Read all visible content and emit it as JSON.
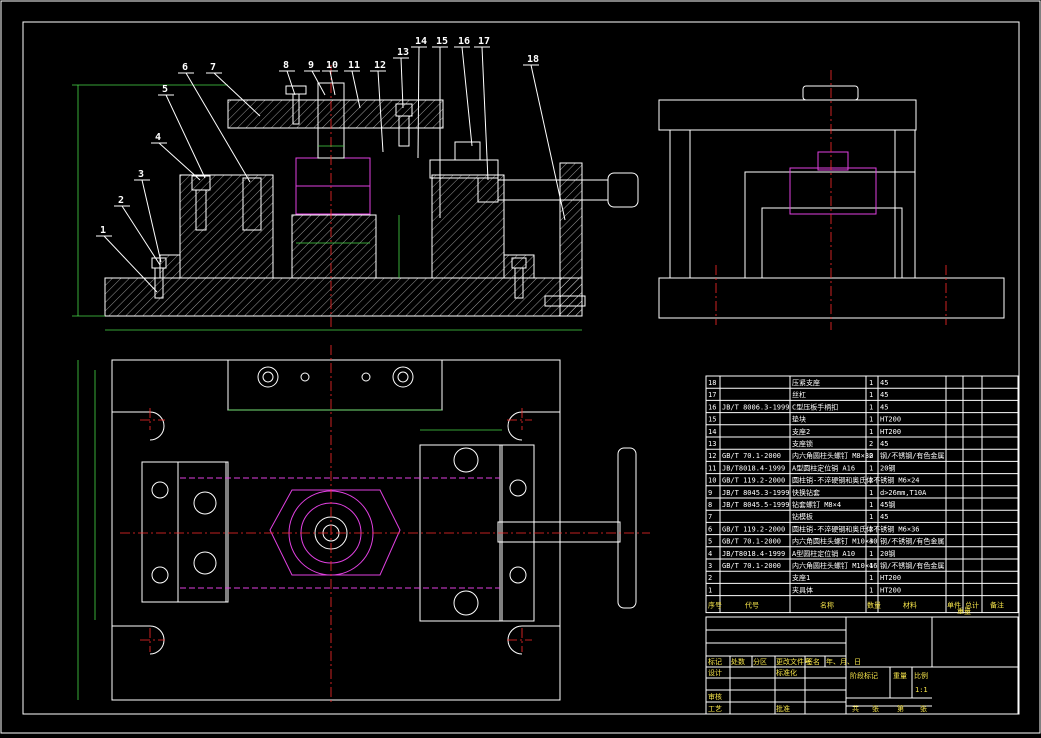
{
  "colors": {
    "background": "#000000",
    "outline": "#ffffff",
    "centerline": "#ff2b2b",
    "workpiece": "#e040e0",
    "dimension": "#48d848",
    "title_text": "#f6e44a"
  },
  "balloons": [
    "1",
    "2",
    "3",
    "4",
    "5",
    "6",
    "7",
    "8",
    "9",
    "10",
    "11",
    "12",
    "13",
    "14",
    "15",
    "16",
    "17",
    "18"
  ],
  "parts_table": {
    "rows": [
      {
        "no": "18",
        "code": "",
        "name": "压紧支座",
        "qty": "1",
        "material": "45"
      },
      {
        "no": "17",
        "code": "",
        "name": "丝杠",
        "qty": "1",
        "material": "45"
      },
      {
        "no": "16",
        "code": "JB/T 8006.3-1999",
        "name": "C型压板手柄扣",
        "qty": "1",
        "material": "45"
      },
      {
        "no": "15",
        "code": "",
        "name": "垫块",
        "qty": "1",
        "material": "HT200"
      },
      {
        "no": "14",
        "code": "",
        "name": "支座2",
        "qty": "1",
        "material": "HT200"
      },
      {
        "no": "13",
        "code": "",
        "name": "支座锁",
        "qty": "2",
        "material": "45"
      },
      {
        "no": "12",
        "code": "GB/T 70.1-2000",
        "name": "内六角圆柱头螺钉 M8×30",
        "qty": "2",
        "material": "钢/不锈钢/有色金属"
      },
      {
        "no": "11",
        "code": "JB/T8018.4-1999",
        "name": "A型圆柱定位销 A16",
        "qty": "1",
        "material": "20钢"
      },
      {
        "no": "10",
        "code": "GB/T 119.2-2000",
        "name": "圆柱销-不淬硬钢和奥氏体不锈钢 M6×24",
        "qty": "2",
        "material": ""
      },
      {
        "no": "9",
        "code": "JB/T 8045.3-1999",
        "name": "快换钻套",
        "qty": "1",
        "material": "d>26mm,T10A"
      },
      {
        "no": "8",
        "code": "JB/T 8045.5-1999",
        "name": "钻套螺钉 M8×4",
        "qty": "1",
        "material": "45钢"
      },
      {
        "no": "7",
        "code": "",
        "name": "钻模板",
        "qty": "1",
        "material": "45"
      },
      {
        "no": "6",
        "code": "GB/T 119.2-2000",
        "name": "圆柱销-不淬硬钢和奥氏体不锈钢 M6×36",
        "qty": "2",
        "material": ""
      },
      {
        "no": "5",
        "code": "GB/T 70.1-2000",
        "name": "内六角圆柱头螺钉 M10×30",
        "qty": "4",
        "material": "钢/不锈钢/有色金属"
      },
      {
        "no": "4",
        "code": "JB/T8018.4-1999",
        "name": "A型圆柱定位销 A10",
        "qty": "1",
        "material": "20钢"
      },
      {
        "no": "3",
        "code": "GB/T 70.1-2000",
        "name": "内六角圆柱头螺钉 M10×16",
        "qty": "4",
        "material": "钢/不锈钢/有色金属"
      },
      {
        "no": "2",
        "code": "",
        "name": "支座1",
        "qty": "1",
        "material": "HT200"
      },
      {
        "no": "1",
        "code": "",
        "name": "夹具体",
        "qty": "1",
        "material": "HT200"
      }
    ],
    "header": {
      "no": "序号",
      "code": "代号",
      "name": "名称",
      "qty": "数量",
      "material": "材料",
      "unit_weight": "单件",
      "total_weight": "总计",
      "weight": "重量",
      "remarks": "备注"
    }
  },
  "title_block": {
    "mark": "标记",
    "count": "处数",
    "zone": "分区",
    "change_doc": "更改文件号",
    "signature": "签名",
    "date": "年、月、日",
    "design": "设计",
    "standardization": "标准化",
    "review": "审核",
    "process": "工艺",
    "approve": "批准",
    "stage_mark": "阶段标记",
    "weight": "重量",
    "scale": "比例",
    "scale_value": "1:1",
    "sheets_total": "共",
    "sheets_word": "张",
    "sheet_no": "第",
    "sheet_word": "张"
  }
}
